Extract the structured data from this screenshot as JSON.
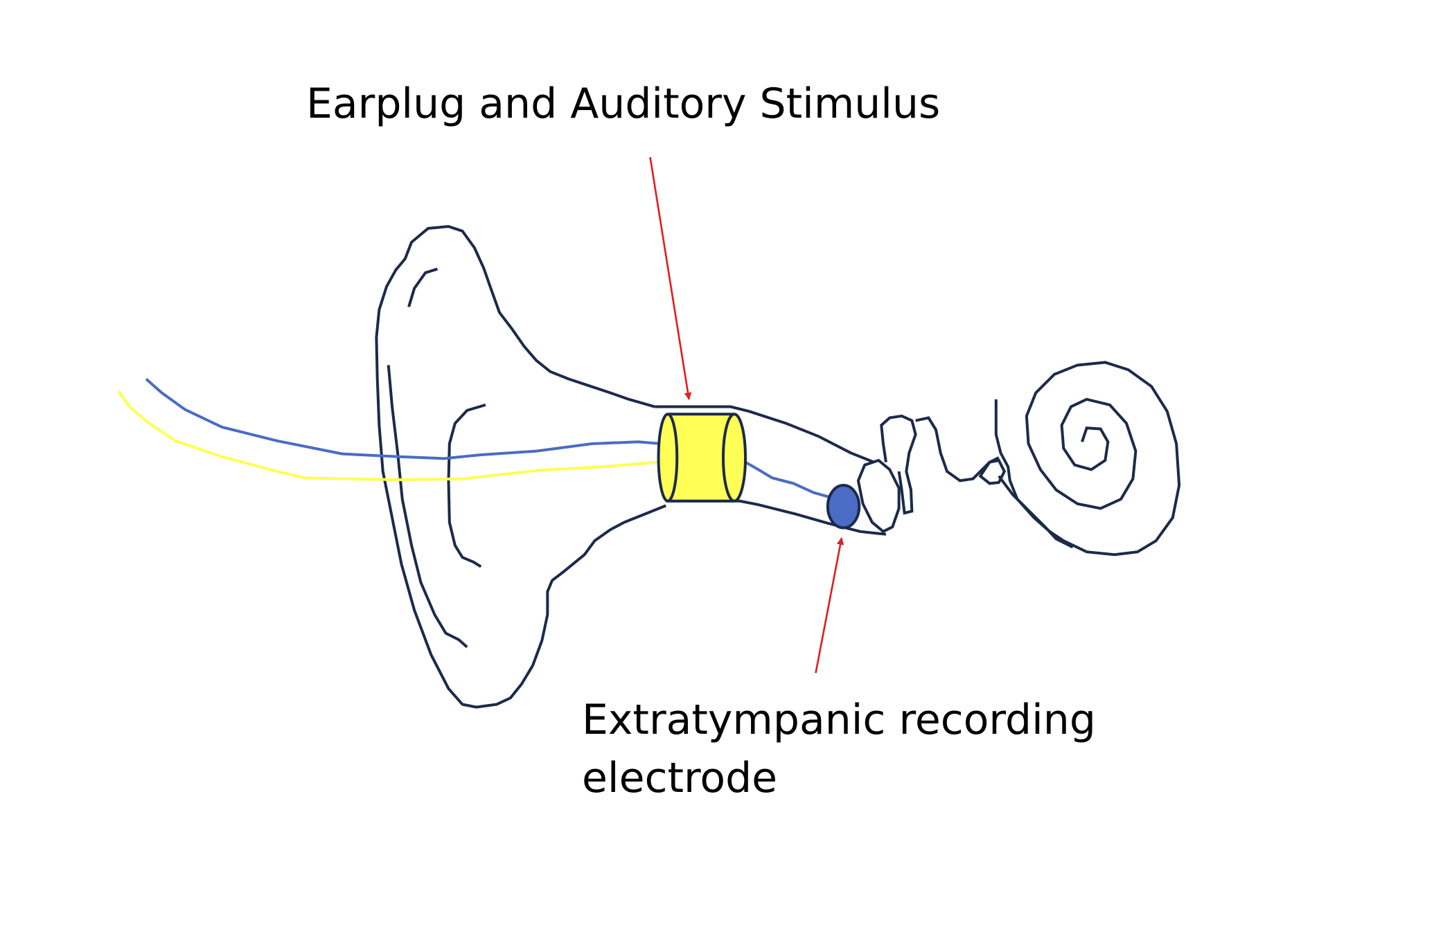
{
  "labels": {
    "earplug": "Earplug and Auditory Stimulus",
    "electrode_line1": "Extratympanic recording",
    "electrode_line2": "electrode"
  },
  "colors": {
    "outline": "#1c2a4a",
    "earplug_fill": "#ffff55",
    "blue_wire": "#4a6cc4",
    "yellow_wire": "#ffff55",
    "electrode_fill": "#4a6cc4",
    "arrow": "#e02020"
  }
}
